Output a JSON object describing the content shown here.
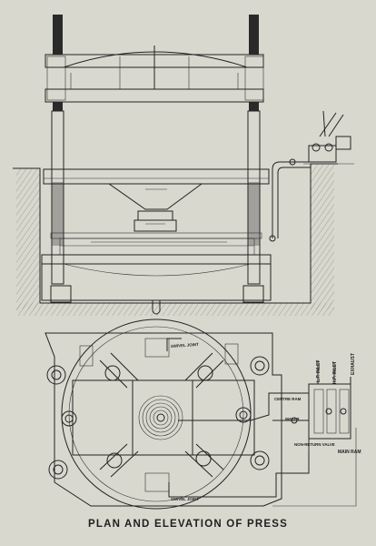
{
  "caption": "PLAN AND ELEVATION OF PRESS",
  "labels": {
    "swivel_joint_top": "SWIVEL JOINT",
    "swivel_joint_bottom": "SWIVEL JOINT",
    "lp_inlet": "L.P. INLET",
    "hp_inlet": "H.P. INLET",
    "exhaust": "EXHAUST",
    "centre_ram": "CENTRE RAM",
    "water": "WATER",
    "non_return_valve": "NON-RETURN VALVE",
    "main_ram": "MAIN RAM"
  },
  "colors": {
    "paper": "#d9d8cf",
    "ink": "#222222",
    "ground_hatch": "#8a8880",
    "column_dark": "#2a2a2a"
  }
}
